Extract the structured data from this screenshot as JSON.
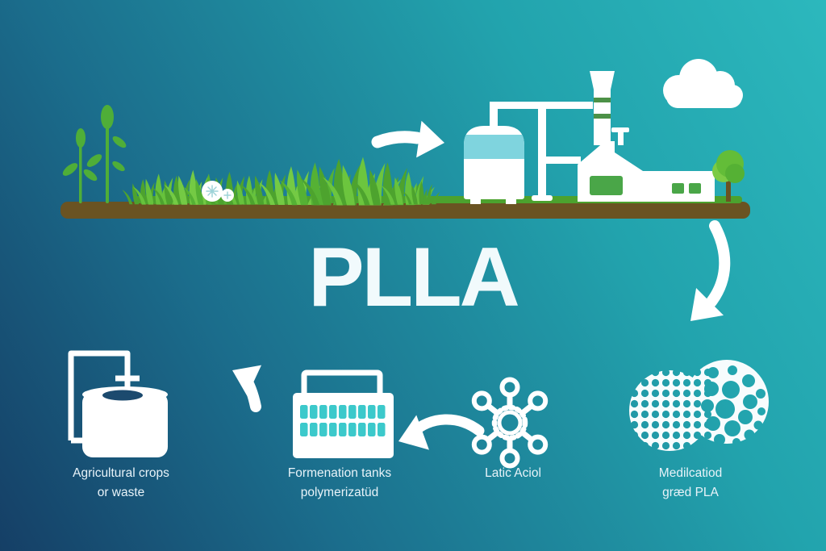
{
  "title": {
    "text": "PLLA"
  },
  "stages": [
    {
      "name": "agricultural-crops",
      "icon": "storage-tank-icon",
      "label": [
        "Agricultural crops",
        "or waste"
      ]
    },
    {
      "name": "fermentation-polymerization",
      "icon": "fermentation-tank-icon",
      "label": [
        "Formenation tanks",
        "polymerizatüd"
      ]
    },
    {
      "name": "lactic-acid",
      "icon": "lactic-acid-molecule-icon",
      "label": [
        "Latic Aciol",
        ""
      ]
    },
    {
      "name": "medical-grade-pla",
      "icon": "pla-pellets-icon",
      "label": [
        "Medilcatiod",
        "græd PLA"
      ]
    }
  ],
  "top_scene": {
    "icons": [
      "sapling-icon",
      "grass-icon",
      "cotton-boll-icon",
      "arrow-right-icon",
      "silo-tank-icon",
      "pipes-icon",
      "chimney-icon",
      "factory-icon",
      "tree-icon",
      "cloud-icon",
      "soil-strip"
    ]
  },
  "flow_arrows": [
    "arrow-right-icon",
    "curved-arrow-down-icon",
    "curved-arrow-left-icon",
    "elbow-arrow-icon"
  ],
  "colors": {
    "background_dark": "#153f66",
    "background_mid": "#1b6d8c",
    "background_teal": "#2cb8bd",
    "soil_brown": "#6a5322",
    "grass_green": "#55b134",
    "grass_light": "#74ca44",
    "window_green": "#4aa648",
    "tank_band_blue": "#7fd4de",
    "cell_teal": "#3cc9cb",
    "artwork_white": "#ffffff",
    "label_text": "#e8f3f9"
  }
}
